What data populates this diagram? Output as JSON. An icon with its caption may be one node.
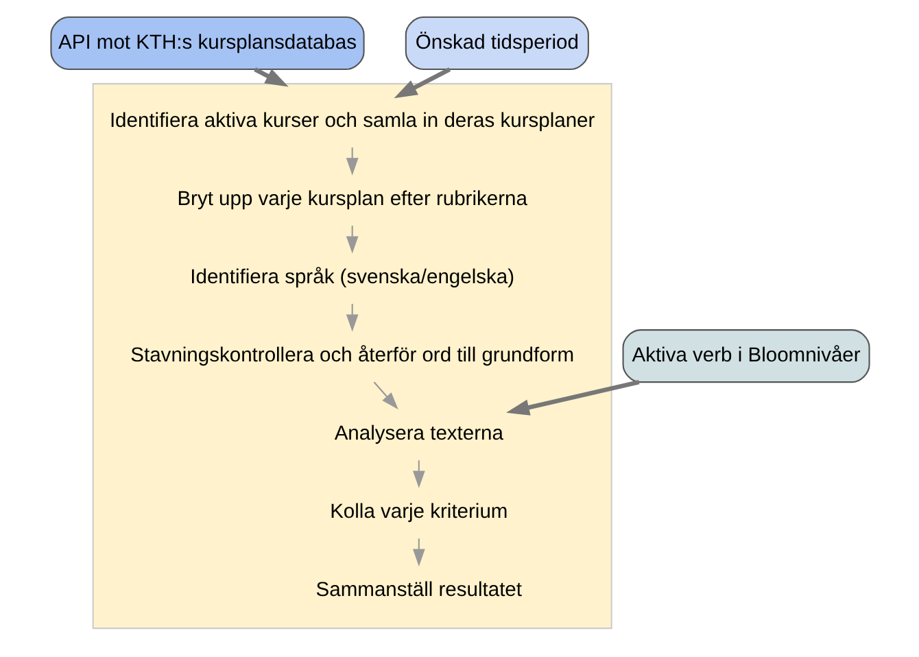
{
  "diagram": {
    "nodes": [
      {
        "text": [
          "API mot KTH:s kursplansdatabas"
        ]
      },
      {
        "text": [
          "Önskad tidsperiod"
        ]
      },
      {
        "text": [],
        "shape": "box"
      },
      {
        "text": [
          "Identifiera aktiva kurser och samla in deras kursplaner"
        ],
        "in": 2
      },
      {
        "text": [
          "Bryt upp varje kursplan efter rubrikerna"
        ],
        "in": 2
      },
      {
        "text": [
          "Identifiera språk (svenska/engelska)"
        ],
        "in": 2
      },
      {
        "text": [
          "Stavningskontrollera och återför ord till grundform"
        ],
        "in": 2
      },
      {
        "text": [
          "Analysera texterna"
        ],
        "in": 2
      },
      {
        "text": [
          "Kolla varje kriterium"
        ],
        "in": 2
      },
      {
        "text": [
          "Sammanställ resultatet"
        ],
        "in": 2
      },
      {
        "text": [
          "Aktiva verb i Bloomnivåer"
        ]
      }
    ],
    "edges": [
      {
        "from": 0,
        "to": 2,
        "arrow": "to",
        "style": "thick"
      },
      {
        "from": 1,
        "to": 3,
        "arrow": "to",
        "style": "thick"
      },
      {
        "from": 3,
        "to": 4,
        "arrow": "to"
      },
      {
        "from": 4,
        "to": 5,
        "arrow": "to"
      },
      {
        "from": 5,
        "to": 6,
        "arrow": "to"
      },
      {
        "from": 6,
        "to": 7,
        "arrow": "to"
      },
      {
        "from": 10,
        "to": 7,
        "arrow": "to",
        "style": "thick"
      },
      {
        "from": 7,
        "to": 8,
        "arrow": "to"
      },
      {
        "from": 8,
        "to": 9,
        "arrow": "to"
      }
    ]
  }
}
